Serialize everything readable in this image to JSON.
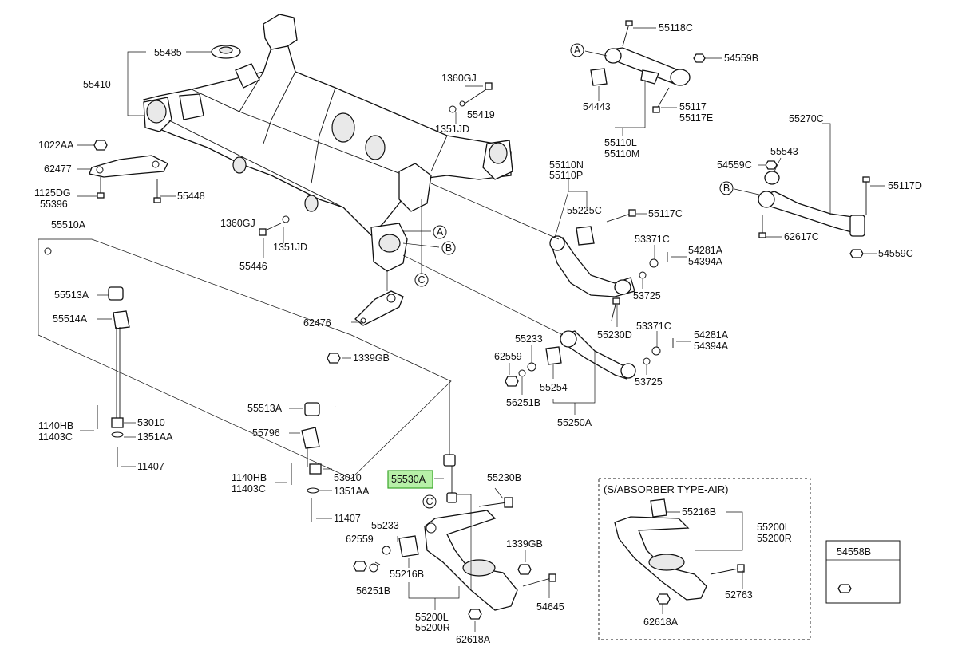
{
  "labels": {
    "p55485": "55485",
    "p55410": "55410",
    "p1022AA": "1022AA",
    "p62477": "62477",
    "p1125DG": "1125DG",
    "p55396": "55396",
    "p55448": "55448",
    "p1360GJ_a": "1360GJ",
    "p55419": "55419",
    "p1351JD_a": "1351JD",
    "p1360GJ_b": "1360GJ",
    "p1351JD_b": "1351JD",
    "p55446": "55446",
    "p62476": "62476",
    "p55510A": "55510A",
    "p55513A_a": "55513A",
    "p55514A": "55514A",
    "p1140HB_a": "1140HB",
    "p11403C_a": "11403C",
    "p53010_a": "53010",
    "p1351AA_a": "1351AA",
    "p11407_a": "11407",
    "p1339GB_a": "1339GB",
    "p55513A_b": "55513A",
    "p55796": "55796",
    "p1140HB_b": "1140HB",
    "p11403C_b": "11403C",
    "p53010_b": "53010",
    "p1351AA_b": "1351AA",
    "p11407_b": "11407",
    "p55530A": "55530A",
    "p55230B": "55230B",
    "p55233_b": "55233",
    "p62559_b": "62559",
    "p56251B_b": "56251B",
    "p55216B_b": "55216B",
    "p1339GB_b": "1339GB",
    "p54645": "54645",
    "p55200L_b": "55200L",
    "p55200R_b": "55200R",
    "p62618A_b": "62618A",
    "p55118C": "55118C",
    "p54559B": "54559B",
    "p54443": "54443",
    "p55117": "55117",
    "p55117E": "55117E",
    "p55110L": "55110L",
    "p55110M": "55110M",
    "p55110N": "55110N",
    "p55110P": "55110P",
    "p55225C": "55225C",
    "p55117C": "55117C",
    "p53371C_a": "53371C",
    "p54281A_a": "54281A",
    "p54394A_a": "54394A",
    "p53725_a": "53725",
    "p55230D": "55230D",
    "p55233_a": "55233",
    "p62559_a": "62559",
    "p55254": "55254",
    "p56251B_a": "56251B",
    "p55250A": "55250A",
    "p53371C_b": "53371C",
    "p54281A_b": "54281A",
    "p54394A_b": "54394A",
    "p53725_b": "53725",
    "p55270C": "55270C",
    "p55543": "55543",
    "p54559C_a": "54559C",
    "p55117D": "55117D",
    "p62617C": "62617C",
    "p54559C_b": "54559C",
    "airTitle": "(S/ABSORBER TYPE-AIR)",
    "p55216B_c": "55216B",
    "p55200L_c": "55200L",
    "p55200R_c": "55200R",
    "p52763": "52763",
    "p62618A_c": "62618A",
    "p54558B": "54558B",
    "refA_1": "A",
    "refB_1": "B",
    "refC_1": "C",
    "refA_2": "A",
    "refB_2": "B",
    "refC_2": "C"
  },
  "highlight": {
    "color": "#b7f0a8",
    "part": "55530A"
  }
}
